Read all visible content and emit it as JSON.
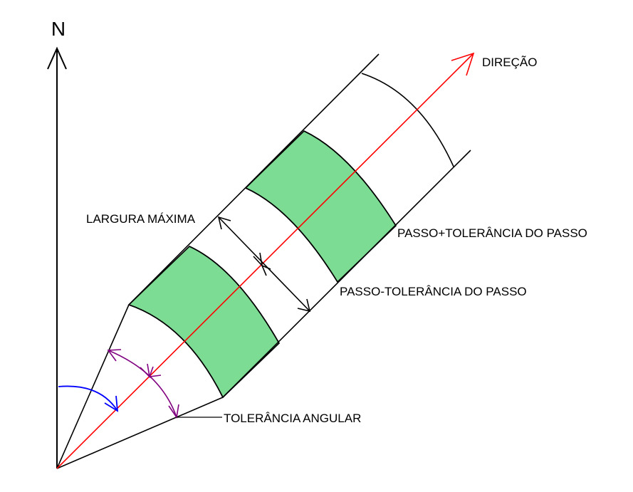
{
  "labels": {
    "north": "N",
    "direction": "DIREÇÃO",
    "max_width": "LARGURA MÁXIMA",
    "step_plus": "PASSO+TOLERÂNCIA DO PASSO",
    "step_minus": "PASSO-TOLERÂNCIA DO PASSO",
    "angular_tolerance": "TOLERÂNCIA ANGULAR"
  },
  "colors": {
    "band_fill": "#7ddc93",
    "direction_line": "#ff0000",
    "azimuth_arc": "#0000ff",
    "tolerance_arc": "#800080",
    "outline": "#000000"
  }
}
